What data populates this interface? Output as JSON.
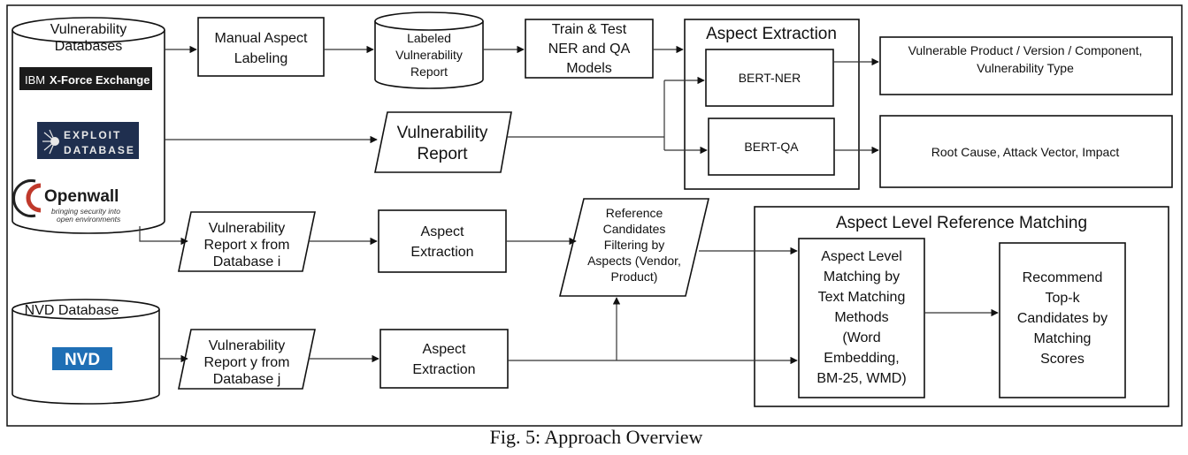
{
  "vuln_db": {
    "title_lines": [
      "Vulnerability",
      "Databases"
    ],
    "logos": {
      "ibm_prefix": "IBM",
      "ibm_name": "X-Force Exchange",
      "exploit_line1": "EXPLOIT",
      "exploit_line2": "DATABASE",
      "openwall_name": "Openwall",
      "openwall_tag1": "bringing security into",
      "openwall_tag2": "open environments"
    }
  },
  "manual_aspect": [
    "Manual Aspect",
    "Labeling"
  ],
  "labeled_report": [
    "Labeled",
    "Vulnerability",
    "Report"
  ],
  "train_test": [
    "Train & Test",
    "NER and QA",
    "Models"
  ],
  "aspect_extraction_group": {
    "title": "Aspect Extraction",
    "bert_ner": "BERT-NER",
    "bert_qa": "BERT-QA"
  },
  "ner_output": [
    "Vulnerable Product / Version / Component,",
    "Vulnerability Type"
  ],
  "qa_output": "Root Cause, Attack Vector, Impact",
  "vuln_report": [
    "Vulnerability",
    "Report"
  ],
  "report_x": [
    "Vulnerability",
    "Report x from",
    "Database i"
  ],
  "aspect_extraction_1": [
    "Aspect",
    "Extraction"
  ],
  "reference_filter": [
    "Reference",
    "Candidates",
    "Filtering by",
    "Aspects (Vendor,",
    "Product)"
  ],
  "nvd_db": {
    "title": "NVD Database",
    "logo": "NVD"
  },
  "report_y": [
    "Vulnerability",
    "Report y from",
    "Database j"
  ],
  "aspect_extraction_2": [
    "Aspect",
    "Extraction"
  ],
  "matching_group": {
    "title": "Aspect Level Reference Matching",
    "matching_methods": [
      "Aspect Level",
      "Matching by",
      "Text Matching",
      "Methods",
      "(Word",
      "Embedding,",
      "BM-25, WMD)"
    ],
    "recommend": [
      "Recommend",
      "Top-k",
      "Candidates by",
      "Matching",
      "Scores"
    ]
  },
  "caption": "Fig. 5: Approach Overview",
  "colors": {
    "logo_dark": "#1b1b1b",
    "exploit_navy": "#1f2f4f",
    "openwall_red": "#c0392b",
    "nvd_blue": "#1f6fb5"
  }
}
